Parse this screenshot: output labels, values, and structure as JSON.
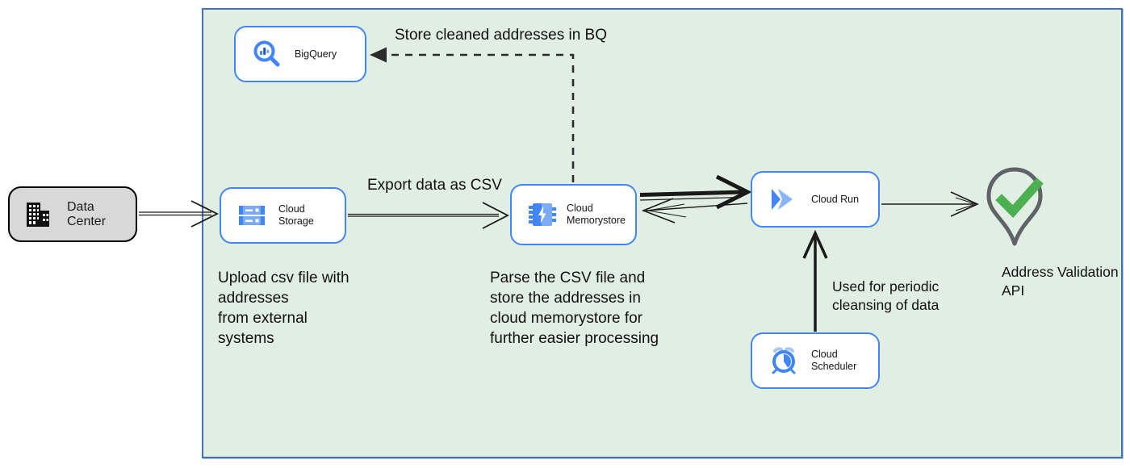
{
  "colors": {
    "accent_blue": "#4285f4",
    "accent_blue_light": "#7baaf7",
    "region_fill": "#e1eee3",
    "region_border": "#4673af",
    "datacenter_fill": "#d8d8d8",
    "pin_gray": "#5f6368",
    "check_green": "#4caf50",
    "arrow_black": "#1a1a1a"
  },
  "nodes": {
    "data_center": {
      "label": "Data Center",
      "icon": "building-icon"
    },
    "bigquery": {
      "label": "BigQuery",
      "icon": "bigquery-magnifier-chart-icon"
    },
    "cloud_storage": {
      "label": "Cloud Storage",
      "icon": "storage-stacked-disks-icon"
    },
    "cloud_memorystore": {
      "label": "Cloud Memorystore",
      "icon": "memorystore-chip-bolt-icon"
    },
    "cloud_run": {
      "label": "Cloud Run",
      "icon": "cloud-run-chevrons-icon"
    },
    "cloud_scheduler": {
      "label": "Cloud Scheduler",
      "icon": "scheduler-alarm-clock-icon"
    },
    "address_validation": {
      "label": "Address Validation\nAPI",
      "icon": "map-pin-check-icon"
    }
  },
  "edge_labels": {
    "store_bq": "Store cleaned addresses in BQ",
    "export_csv": "Export data as CSV",
    "periodic_cleansing": "Used for periodic\ncleansing of data"
  },
  "annotations": {
    "upload_csv": "Upload csv file with\naddresses\nfrom external\nsystems",
    "parse_csv": "Parse the CSV file and\nstore the addresses in\ncloud  memorystore for\nfurther easier processing"
  }
}
